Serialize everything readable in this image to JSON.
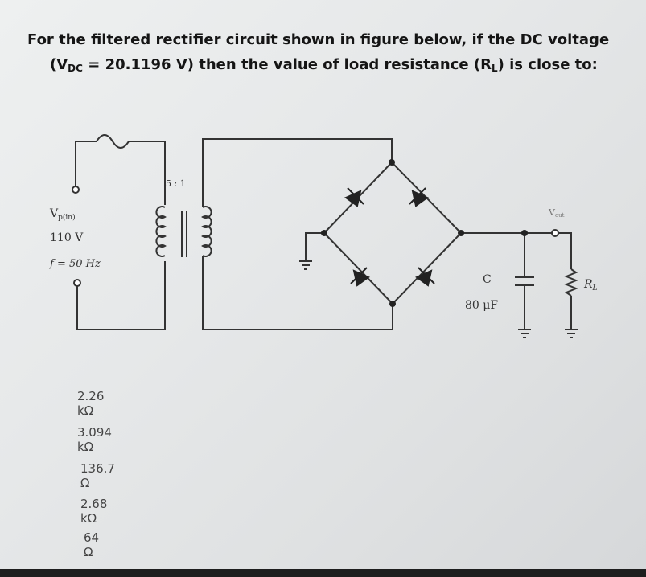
{
  "question": {
    "line1": "For the filtered rectifier circuit shown in figure below, if the DC voltage",
    "line2_prefix": "(V",
    "line2_sub_dc": "DC",
    "line2_mid": "= 20.1196 V) then the value of load resistance (R",
    "line2_sub_l": "L",
    "line2_suffix": ") is close to:"
  },
  "circuit": {
    "source_label": "V",
    "source_sub": "p(in)",
    "voltage": "110 V",
    "frequency": "f = 50 Hz",
    "turns_ratio": "5 : 1",
    "capacitor_label": "C",
    "capacitor_value": "80 μF",
    "vout_label": "V",
    "vout_sub": "out",
    "load_label": "R",
    "load_sub": "L"
  },
  "options": [
    "2.26 kΩ",
    "3.094 kΩ",
    "136.7 Ω",
    "2.68 kΩ",
    "64 Ω"
  ]
}
